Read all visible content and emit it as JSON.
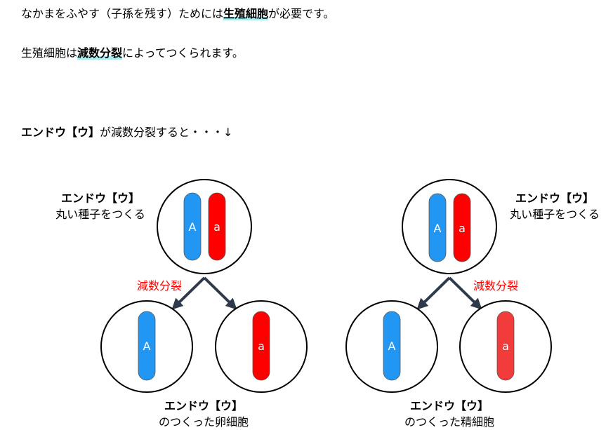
{
  "intro": {
    "line1_pre": "なかまをふやす（子孫を残す）ためには",
    "line1_key": "生殖細胞",
    "line1_post": "が必要です。",
    "line2_pre": "生殖細胞は",
    "line2_key": "減数分裂",
    "line2_post": "によってつくられます。",
    "line3_key": "エンドウ【ウ】",
    "line3_post": "が減数分裂すると・・・↓"
  },
  "colors": {
    "allele_A": "#2196f3",
    "allele_a": "#ff0000",
    "allele_a_light": "#f23b3b",
    "arrow": "#2e3a4b",
    "division_label": "#ff0000",
    "highlight": "#a8eef0"
  },
  "left": {
    "parent_name": "エンドウ【ウ】",
    "parent_desc": "丸い種子をつくる",
    "parent_alleles": [
      "A",
      "a"
    ],
    "division_label": "減数分裂",
    "gamete_alleles": [
      "A",
      "a"
    ],
    "gamete_name": "エンドウ【ウ】",
    "gamete_desc": "のつくった卵細胞"
  },
  "right": {
    "parent_name": "エンドウ【ウ】",
    "parent_desc": "丸い種子をつくる",
    "parent_alleles": [
      "A",
      "a"
    ],
    "division_label": "減数分裂",
    "gamete_alleles": [
      "A",
      "a"
    ],
    "gamete_name": "エンドウ【ウ】",
    "gamete_desc": "のつくった精細胞"
  }
}
